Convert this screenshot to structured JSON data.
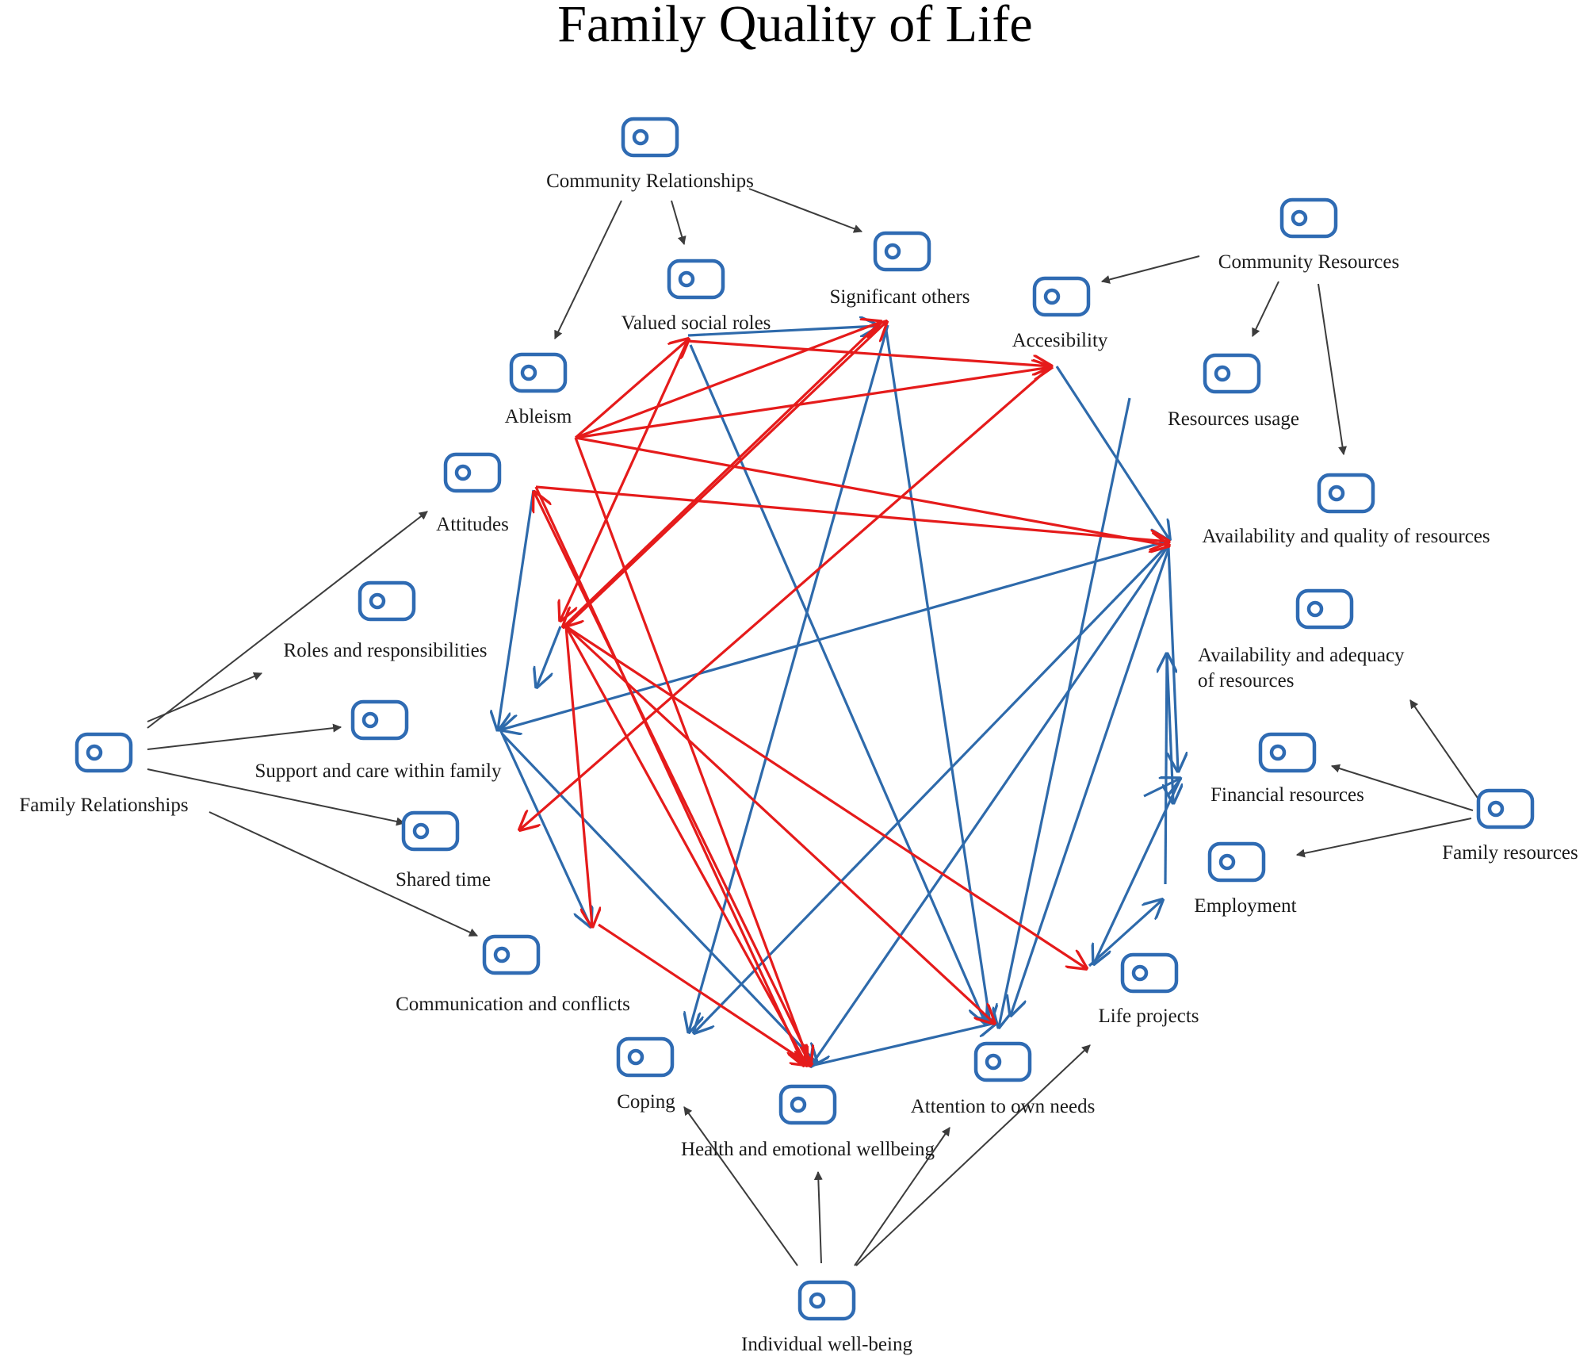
{
  "title": "Family Quality of Life",
  "nodes": [
    {
      "id": "community_relationships",
      "label": "Community Relationships"
    },
    {
      "id": "valued_social_roles",
      "label": "Valued social roles"
    },
    {
      "id": "significant_others",
      "label": "Significant others"
    },
    {
      "id": "ableism",
      "label": "Ableism"
    },
    {
      "id": "community_resources",
      "label": "Community Resources"
    },
    {
      "id": "accesibility",
      "label": "Accesibility"
    },
    {
      "id": "resources_usage",
      "label": "Resources usage"
    },
    {
      "id": "availability_quality",
      "label": "Availability and quality of resources"
    },
    {
      "id": "availability_adequacy",
      "label": "Availability and adequacy of resources"
    },
    {
      "id": "attitudes",
      "label": "Attitudes"
    },
    {
      "id": "roles_responsibilities",
      "label": "Roles and responsibilities"
    },
    {
      "id": "support_care",
      "label": "Support and care within family"
    },
    {
      "id": "family_relationships",
      "label": "Family Relationships"
    },
    {
      "id": "shared_time",
      "label": "Shared time"
    },
    {
      "id": "communication_conflicts",
      "label": "Communication and conflicts"
    },
    {
      "id": "financial_resources",
      "label": "Financial resources"
    },
    {
      "id": "family_resources",
      "label": "Family resources"
    },
    {
      "id": "employment",
      "label": "Employment"
    },
    {
      "id": "life_projects",
      "label": "Life projects"
    },
    {
      "id": "coping",
      "label": "Coping"
    },
    {
      "id": "health_emotional",
      "label": "Health and emotional wellbeing"
    },
    {
      "id": "attention_own_needs",
      "label": "Attention to own needs"
    },
    {
      "id": "individual_wellbeing",
      "label": "Individual well-being"
    }
  ],
  "colors": {
    "icon": "#2f6bb3",
    "hierarchy_edge": "#3c3c3c",
    "blue_edge": "#2e6aab",
    "red_edge": "#e51b1b"
  }
}
